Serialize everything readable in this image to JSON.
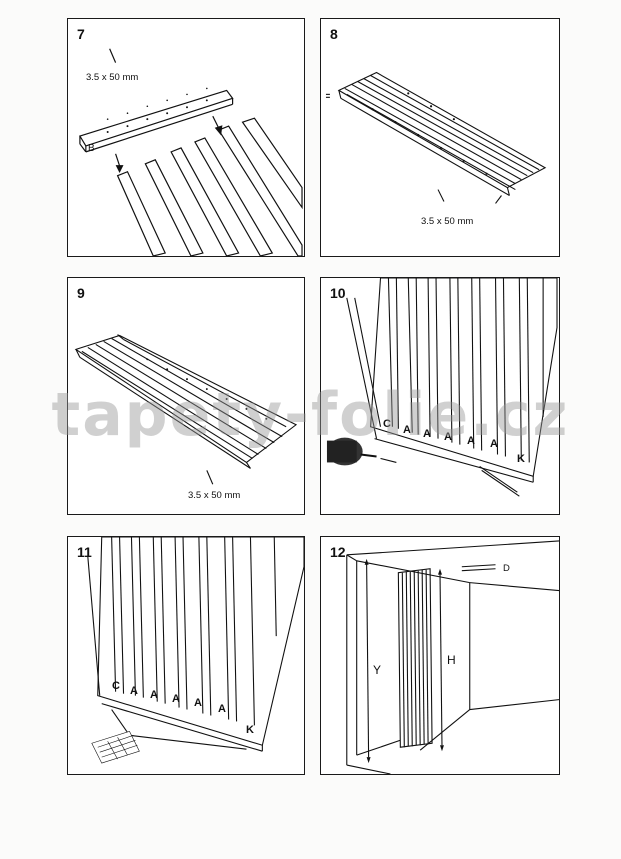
{
  "panels": {
    "p7": {
      "step": "7",
      "screw": "3.5 x 50 mm",
      "label_b": "B"
    },
    "p8": {
      "step": "8",
      "screw": "3.5 x 50 mm"
    },
    "p9": {
      "step": "9",
      "screw": "3.5 x 50 mm"
    },
    "p10": {
      "step": "10",
      "label_c": "C",
      "label_a": "A",
      "label_k": "K"
    },
    "p11": {
      "step": "11",
      "label_c": "C",
      "label_a": "A",
      "label_k": "K"
    },
    "p12": {
      "step": "12",
      "label_y": "Y",
      "label_h": "H",
      "label_d": "D"
    }
  },
  "watermark": "tapety-folie.cz"
}
